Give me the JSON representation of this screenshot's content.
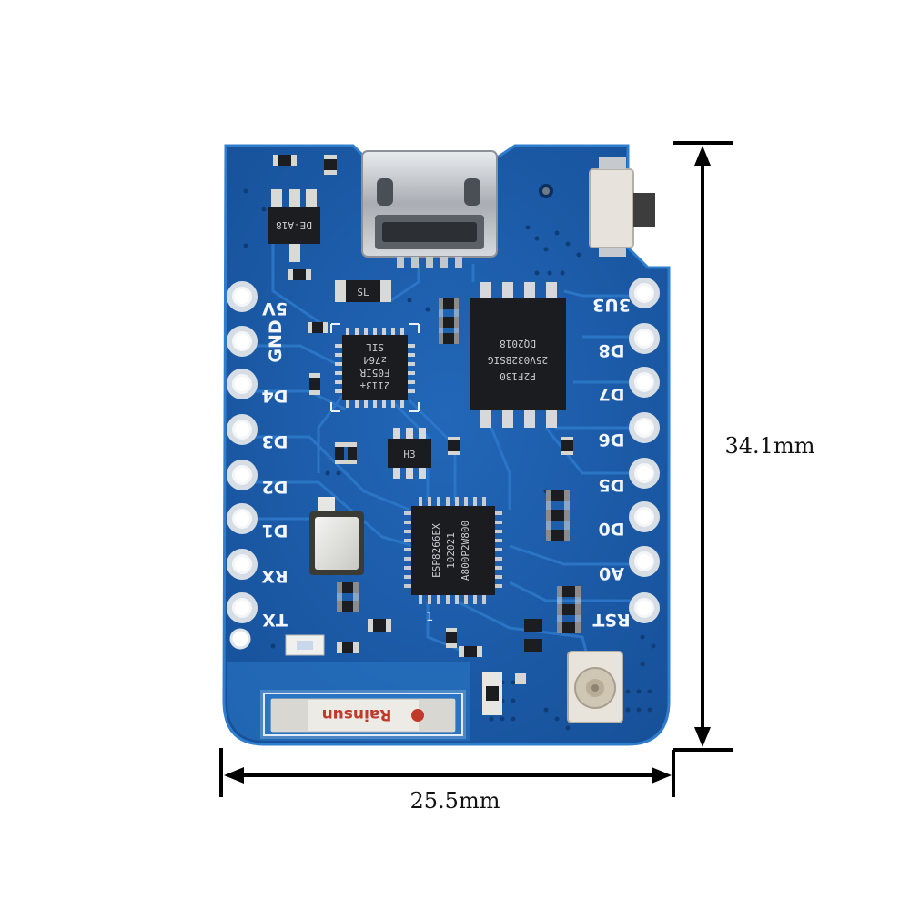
{
  "board": {
    "left_pins": [
      "5V",
      "GND",
      "D4",
      "D3",
      "D2",
      "D1",
      "RX",
      "TX"
    ],
    "right_pins": [
      "3U3",
      "D8",
      "D7",
      "D6",
      "D5",
      "D0",
      "A0",
      "RST"
    ],
    "pcb_color": "#1d5fae",
    "pcb_edge_color": "#2e79c8",
    "antenna_brand": "Rainsun",
    "marker_text": "1",
    "chips": {
      "main_lines": [
        "ESP8266EX",
        "102021",
        "A800P2W800"
      ],
      "flash_lines": [
        "P2F130",
        "25V032BSIG",
        "DQ2018"
      ],
      "usb_lines": [
        "2113+",
        "F05IR",
        "z764",
        "SIL"
      ],
      "regulator_text": "DE-A18",
      "transistor_text": "H3",
      "resistor_text": "SL"
    }
  },
  "dimensions": {
    "height_label": "34.1mm",
    "width_label": "25.5mm",
    "line_color": "#000000"
  }
}
